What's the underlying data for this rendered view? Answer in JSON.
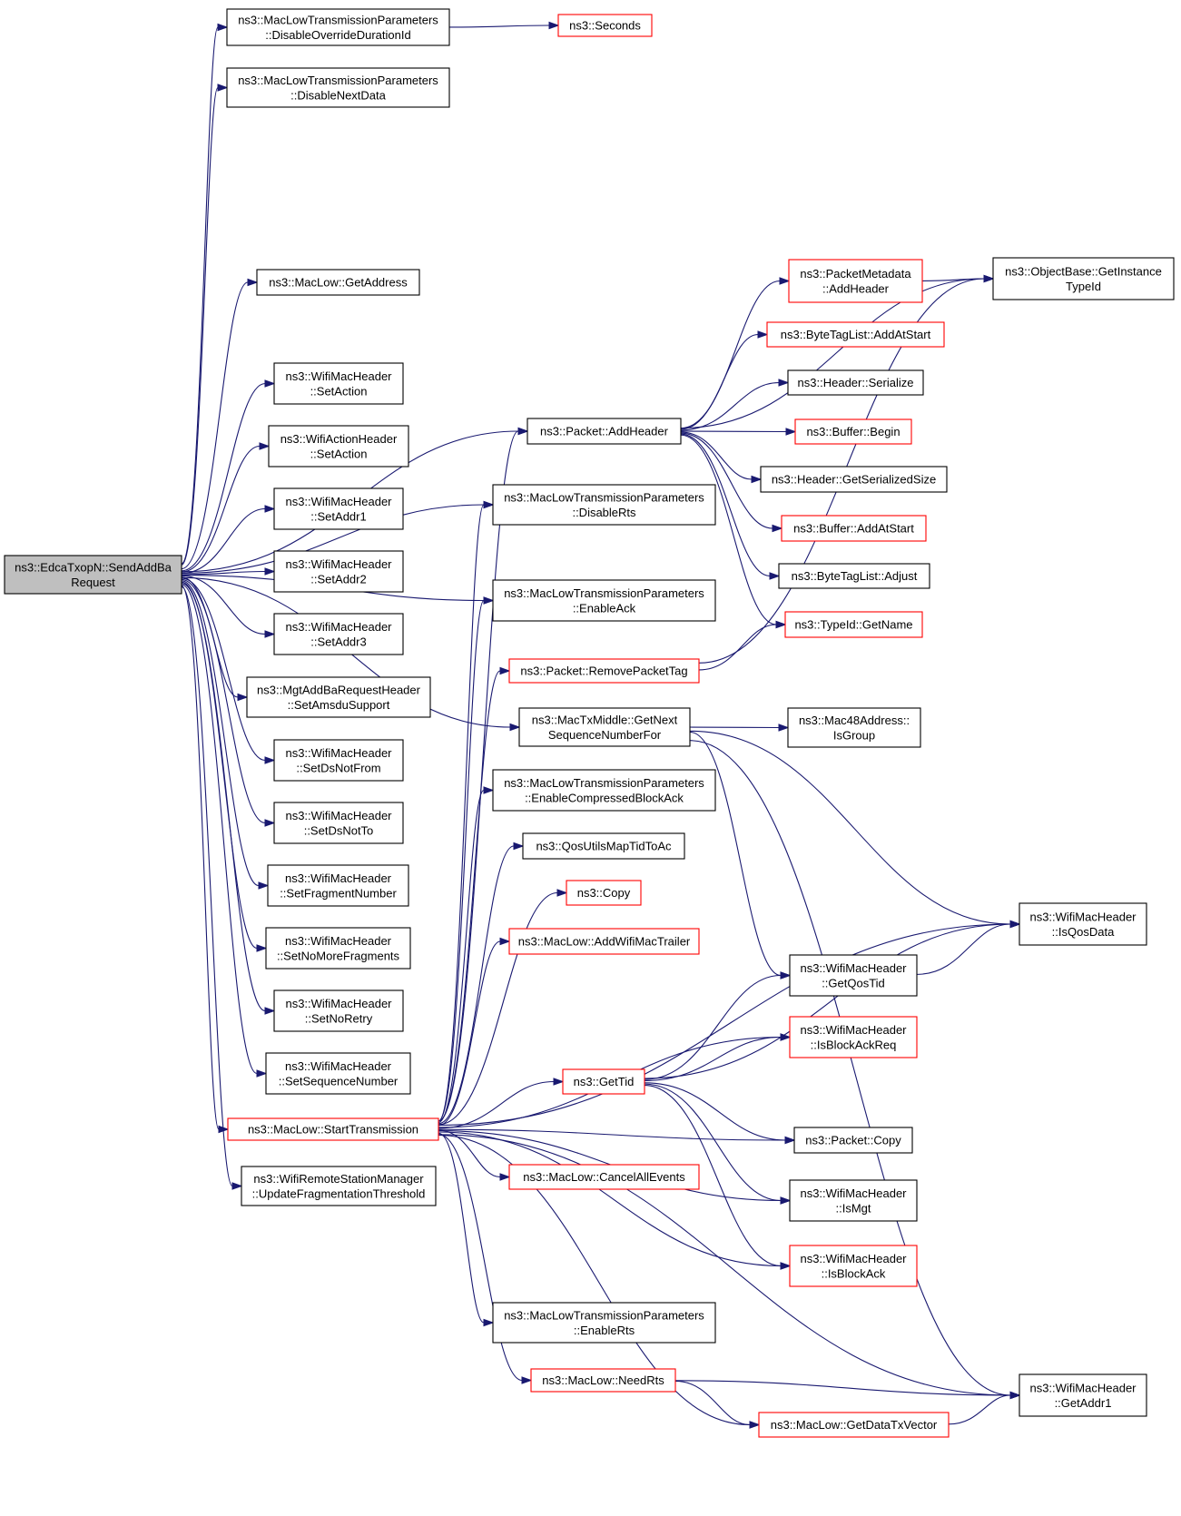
{
  "graph": {
    "nodes": [
      {
        "id": "root",
        "lines": [
          "ns3::EdcaTxopN::SendAddBa",
          "Request"
        ],
        "variant": "root"
      },
      {
        "id": "disableOverrideDurationId",
        "lines": [
          "ns3::MacLowTransmissionParameters",
          "::DisableOverrideDurationId"
        ],
        "variant": "normal"
      },
      {
        "id": "seconds",
        "lines": [
          "ns3::Seconds"
        ],
        "variant": "red"
      },
      {
        "id": "disableNextData",
        "lines": [
          "ns3::MacLowTransmissionParameters",
          "::DisableNextData"
        ],
        "variant": "normal"
      },
      {
        "id": "getAddress",
        "lines": [
          "ns3::MacLow::GetAddress"
        ],
        "variant": "normal"
      },
      {
        "id": "wmhSetAction",
        "lines": [
          "ns3::WifiMacHeader",
          "::SetAction"
        ],
        "variant": "normal"
      },
      {
        "id": "wahSetAction",
        "lines": [
          "ns3::WifiActionHeader",
          "::SetAction"
        ],
        "variant": "normal"
      },
      {
        "id": "setAddr1",
        "lines": [
          "ns3::WifiMacHeader",
          "::SetAddr1"
        ],
        "variant": "normal"
      },
      {
        "id": "setAddr2",
        "lines": [
          "ns3::WifiMacHeader",
          "::SetAddr2"
        ],
        "variant": "normal"
      },
      {
        "id": "setAddr3",
        "lines": [
          "ns3::WifiMacHeader",
          "::SetAddr3"
        ],
        "variant": "normal"
      },
      {
        "id": "setAmsduSupport",
        "lines": [
          "ns3::MgtAddBaRequestHeader",
          "::SetAmsduSupport"
        ],
        "variant": "normal"
      },
      {
        "id": "setDsNotFrom",
        "lines": [
          "ns3::WifiMacHeader",
          "::SetDsNotFrom"
        ],
        "variant": "normal"
      },
      {
        "id": "setDsNotTo",
        "lines": [
          "ns3::WifiMacHeader",
          "::SetDsNotTo"
        ],
        "variant": "normal"
      },
      {
        "id": "setFragmentNumber",
        "lines": [
          "ns3::WifiMacHeader",
          "::SetFragmentNumber"
        ],
        "variant": "normal"
      },
      {
        "id": "setNoMoreFragments",
        "lines": [
          "ns3::WifiMacHeader",
          "::SetNoMoreFragments"
        ],
        "variant": "normal"
      },
      {
        "id": "setNoRetry",
        "lines": [
          "ns3::WifiMacHeader",
          "::SetNoRetry"
        ],
        "variant": "normal"
      },
      {
        "id": "setSequenceNumber",
        "lines": [
          "ns3::WifiMacHeader",
          "::SetSequenceNumber"
        ],
        "variant": "normal"
      },
      {
        "id": "startTransmission",
        "lines": [
          "ns3::MacLow::StartTransmission"
        ],
        "variant": "red"
      },
      {
        "id": "updateFragThreshold",
        "lines": [
          "ns3::WifiRemoteStationManager",
          "::UpdateFragmentationThreshold"
        ],
        "variant": "normal"
      },
      {
        "id": "packetAddHeader",
        "lines": [
          "ns3::Packet::AddHeader"
        ],
        "variant": "normal"
      },
      {
        "id": "disableRts",
        "lines": [
          "ns3::MacLowTransmissionParameters",
          "::DisableRts"
        ],
        "variant": "normal"
      },
      {
        "id": "enableAck",
        "lines": [
          "ns3::MacLowTransmissionParameters",
          "::EnableAck"
        ],
        "variant": "normal"
      },
      {
        "id": "removePacketTag",
        "lines": [
          "ns3::Packet::RemovePacketTag"
        ],
        "variant": "red"
      },
      {
        "id": "getNextSeqNum",
        "lines": [
          "ns3::MacTxMiddle::GetNext",
          "SequenceNumberFor"
        ],
        "variant": "normal"
      },
      {
        "id": "enableCompressedBlockAck",
        "lines": [
          "ns3::MacLowTransmissionParameters",
          "::EnableCompressedBlockAck"
        ],
        "variant": "normal"
      },
      {
        "id": "qosUtilsMapTidToAc",
        "lines": [
          "ns3::QosUtilsMapTidToAc"
        ],
        "variant": "normal"
      },
      {
        "id": "copy",
        "lines": [
          "ns3::Copy"
        ],
        "variant": "red"
      },
      {
        "id": "addWifiMacTrailer",
        "lines": [
          "ns3::MacLow::AddWifiMacTrailer"
        ],
        "variant": "red"
      },
      {
        "id": "getTid",
        "lines": [
          "ns3::GetTid"
        ],
        "variant": "red"
      },
      {
        "id": "cancelAllEvents",
        "lines": [
          "ns3::MacLow::CancelAllEvents"
        ],
        "variant": "red"
      },
      {
        "id": "enableRts",
        "lines": [
          "ns3::MacLowTransmissionParameters",
          "::EnableRts"
        ],
        "variant": "normal"
      },
      {
        "id": "needRts",
        "lines": [
          "ns3::MacLow::NeedRts"
        ],
        "variant": "red"
      },
      {
        "id": "getDataTxVector",
        "lines": [
          "ns3::MacLow::GetDataTxVector"
        ],
        "variant": "red"
      },
      {
        "id": "pmAddHeader",
        "lines": [
          "ns3::PacketMetadata",
          "::AddHeader"
        ],
        "variant": "red"
      },
      {
        "id": "btlAddAtStart",
        "lines": [
          "ns3::ByteTagList::AddAtStart"
        ],
        "variant": "red"
      },
      {
        "id": "headerSerialize",
        "lines": [
          "ns3::Header::Serialize"
        ],
        "variant": "normal"
      },
      {
        "id": "bufferBegin",
        "lines": [
          "ns3::Buffer::Begin"
        ],
        "variant": "red"
      },
      {
        "id": "headerGetSerializedSize",
        "lines": [
          "ns3::Header::GetSerializedSize"
        ],
        "variant": "normal"
      },
      {
        "id": "bufferAddAtStart",
        "lines": [
          "ns3::Buffer::AddAtStart"
        ],
        "variant": "red"
      },
      {
        "id": "btlAdjust",
        "lines": [
          "ns3::ByteTagList::Adjust"
        ],
        "variant": "normal"
      },
      {
        "id": "typeIdGetName",
        "lines": [
          "ns3::TypeId::GetName"
        ],
        "variant": "red"
      },
      {
        "id": "mac48IsGroup",
        "lines": [
          "ns3::Mac48Address::",
          "IsGroup"
        ],
        "variant": "normal"
      },
      {
        "id": "getQosTid",
        "lines": [
          "ns3::WifiMacHeader",
          "::GetQosTid"
        ],
        "variant": "normal"
      },
      {
        "id": "isBlockAckReq",
        "lines": [
          "ns3::WifiMacHeader",
          "::IsBlockAckReq"
        ],
        "variant": "red"
      },
      {
        "id": "packetCopy",
        "lines": [
          "ns3::Packet::Copy"
        ],
        "variant": "normal"
      },
      {
        "id": "isMgt",
        "lines": [
          "ns3::WifiMacHeader",
          "::IsMgt"
        ],
        "variant": "normal"
      },
      {
        "id": "isBlockAck",
        "lines": [
          "ns3::WifiMacHeader",
          "::IsBlockAck"
        ],
        "variant": "red"
      },
      {
        "id": "getInstanceTypeId",
        "lines": [
          "ns3::ObjectBase::GetInstance",
          "TypeId"
        ],
        "variant": "normal"
      },
      {
        "id": "isQosData",
        "lines": [
          "ns3::WifiMacHeader",
          "::IsQosData"
        ],
        "variant": "normal"
      },
      {
        "id": "getAddr1",
        "lines": [
          "ns3::WifiMacHeader",
          "::GetAddr1"
        ],
        "variant": "normal"
      }
    ],
    "edges": [
      [
        "root",
        "disableOverrideDurationId"
      ],
      [
        "root",
        "disableNextData"
      ],
      [
        "root",
        "packetAddHeader"
      ],
      [
        "root",
        "disableRts"
      ],
      [
        "root",
        "getAddress"
      ],
      [
        "root",
        "getNextSeqNum"
      ],
      [
        "root",
        "enableAck"
      ],
      [
        "root",
        "wmhSetAction"
      ],
      [
        "root",
        "wahSetAction"
      ],
      [
        "root",
        "setAddr1"
      ],
      [
        "root",
        "setAddr2"
      ],
      [
        "root",
        "setAddr3"
      ],
      [
        "root",
        "setAmsduSupport"
      ],
      [
        "root",
        "setDsNotFrom"
      ],
      [
        "root",
        "setDsNotTo"
      ],
      [
        "root",
        "setFragmentNumber"
      ],
      [
        "root",
        "setNoMoreFragments"
      ],
      [
        "root",
        "setNoRetry"
      ],
      [
        "root",
        "setSequenceNumber"
      ],
      [
        "root",
        "startTransmission"
      ],
      [
        "root",
        "updateFragThreshold"
      ],
      [
        "disableOverrideDurationId",
        "seconds"
      ],
      [
        "packetAddHeader",
        "pmAddHeader"
      ],
      [
        "packetAddHeader",
        "getInstanceTypeId"
      ],
      [
        "packetAddHeader",
        "btlAddAtStart"
      ],
      [
        "packetAddHeader",
        "headerSerialize"
      ],
      [
        "packetAddHeader",
        "bufferBegin"
      ],
      [
        "packetAddHeader",
        "headerGetSerializedSize"
      ],
      [
        "packetAddHeader",
        "bufferAddAtStart"
      ],
      [
        "packetAddHeader",
        "btlAdjust"
      ],
      [
        "packetAddHeader",
        "typeIdGetName"
      ],
      [
        "pmAddHeader",
        "getInstanceTypeId"
      ],
      [
        "removePacketTag",
        "typeIdGetName"
      ],
      [
        "removePacketTag",
        "getInstanceTypeId"
      ],
      [
        "getNextSeqNum",
        "mac48IsGroup"
      ],
      [
        "getNextSeqNum",
        "isQosData"
      ],
      [
        "getNextSeqNum",
        "getQosTid"
      ],
      [
        "getNextSeqNum",
        "getAddr1"
      ],
      [
        "getQosTid",
        "isQosData"
      ],
      [
        "startTransmission",
        "packetAddHeader"
      ],
      [
        "startTransmission",
        "disableRts"
      ],
      [
        "startTransmission",
        "enableAck"
      ],
      [
        "startTransmission",
        "removePacketTag"
      ],
      [
        "startTransmission",
        "enableCompressedBlockAck"
      ],
      [
        "startTransmission",
        "qosUtilsMapTidToAc"
      ],
      [
        "startTransmission",
        "copy"
      ],
      [
        "startTransmission",
        "addWifiMacTrailer"
      ],
      [
        "startTransmission",
        "isQosData"
      ],
      [
        "startTransmission",
        "isBlockAckReq"
      ],
      [
        "startTransmission",
        "getTid"
      ],
      [
        "startTransmission",
        "packetCopy"
      ],
      [
        "startTransmission",
        "cancelAllEvents"
      ],
      [
        "startTransmission",
        "isMgt"
      ],
      [
        "startTransmission",
        "isBlockAck"
      ],
      [
        "startTransmission",
        "enableRts"
      ],
      [
        "startTransmission",
        "needRts"
      ],
      [
        "startTransmission",
        "getDataTxVector"
      ],
      [
        "startTransmission",
        "getAddr1"
      ],
      [
        "getTid",
        "getQosTid"
      ],
      [
        "getTid",
        "isBlockAckReq"
      ],
      [
        "getTid",
        "isQosData"
      ],
      [
        "getTid",
        "packetCopy"
      ],
      [
        "getTid",
        "isMgt"
      ],
      [
        "getTid",
        "isBlockAck"
      ],
      [
        "needRts",
        "getAddr1"
      ],
      [
        "needRts",
        "getDataTxVector"
      ],
      [
        "getDataTxVector",
        "getAddr1"
      ]
    ]
  }
}
